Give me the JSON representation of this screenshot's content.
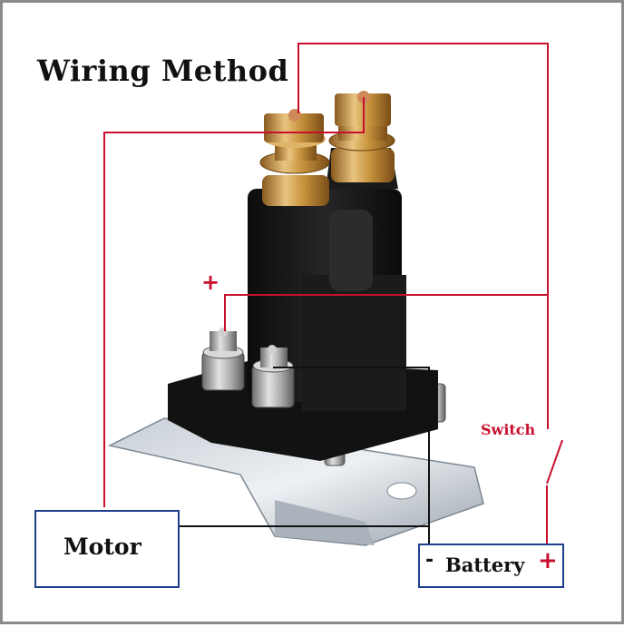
{
  "title": "Wiring Method",
  "labels": {
    "switch": "Switch",
    "control_plus": "+",
    "motor": "Motor",
    "battery": "Battery",
    "battery_minus": "-",
    "battery_plus": "+"
  },
  "colors": {
    "positive_wire": "#c8102e",
    "negative_wire": "#111111",
    "box_border": "#1f3e8c"
  }
}
